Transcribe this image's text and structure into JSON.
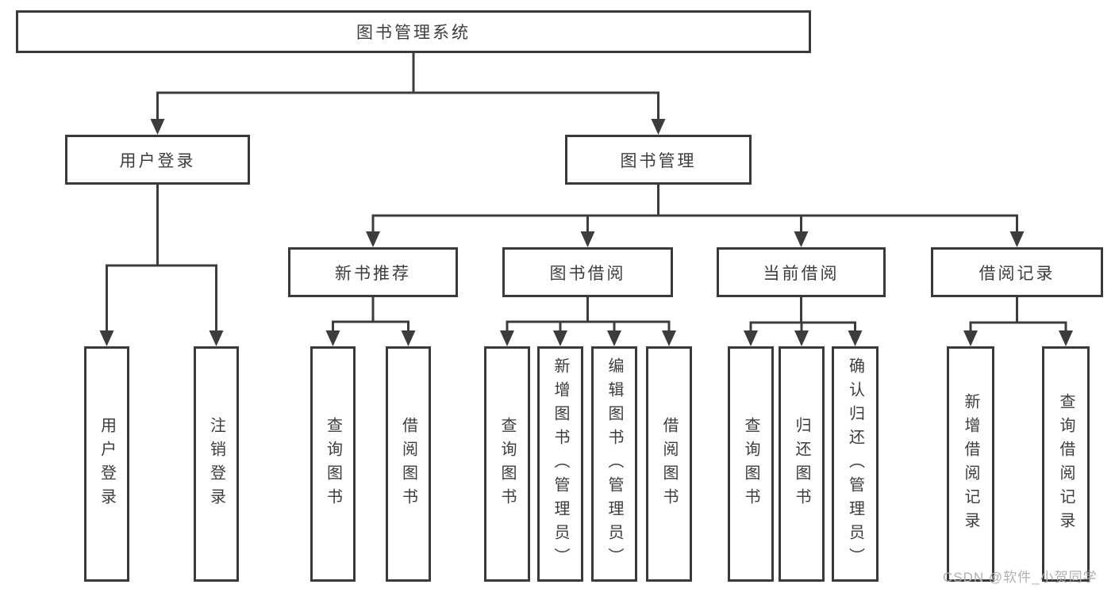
{
  "diagram": {
    "root": {
      "label": "图书管理系统"
    },
    "level2": [
      {
        "id": "user-login",
        "label": "用户登录"
      },
      {
        "id": "book-management",
        "label": "图书管理"
      }
    ],
    "level3": [
      {
        "id": "new-book-recommend",
        "label": "新书推荐"
      },
      {
        "id": "book-borrow",
        "label": "图书借阅"
      },
      {
        "id": "current-borrow",
        "label": "当前借阅"
      },
      {
        "id": "borrow-record",
        "label": "借阅记录"
      }
    ],
    "leaves": [
      {
        "parent": "user-login",
        "label": "用户登录"
      },
      {
        "parent": "user-login",
        "label": "注销登录"
      },
      {
        "parent": "new-book-recommend",
        "label": "查询图书"
      },
      {
        "parent": "new-book-recommend",
        "label": "借阅图书"
      },
      {
        "parent": "book-borrow",
        "label": "查询图书"
      },
      {
        "parent": "book-borrow",
        "label": "新增图书（管理员）"
      },
      {
        "parent": "book-borrow",
        "label": "编辑图书（管理员）"
      },
      {
        "parent": "book-borrow",
        "label": "借阅图书"
      },
      {
        "parent": "current-borrow",
        "label": "查询图书"
      },
      {
        "parent": "current-borrow",
        "label": "归还图书"
      },
      {
        "parent": "current-borrow",
        "label": "确认归还（管理员）"
      },
      {
        "parent": "borrow-record",
        "label": "新增借阅记录"
      },
      {
        "parent": "borrow-record",
        "label": "查询借阅记录"
      }
    ],
    "watermark": "CSDN @软件_小贺同学",
    "colors": {
      "line": "#3c3c3c",
      "border": "#3a3a3a",
      "text": "#3d3d3d",
      "watermark_text": "#b0b0b0",
      "background": "#ffffff"
    }
  }
}
